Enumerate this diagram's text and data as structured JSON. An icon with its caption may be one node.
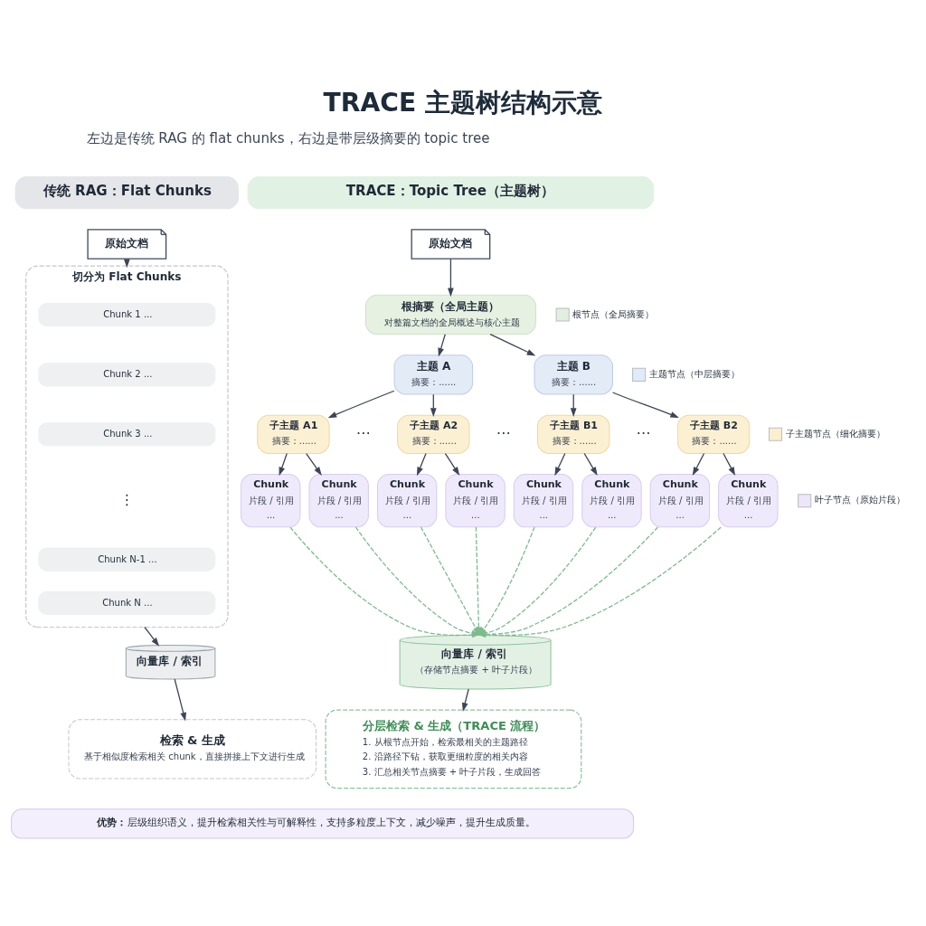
{
  "diagram": {
    "title": "TRACE 主题树结构示意",
    "nodes": [
      {
        "text": [
          "传统 RAG：Flat Chunks"
        ]
      },
      {
        "text": [
          "原始文档"
        ]
      },
      {
        "text": [
          "切分为 Flat Chunks"
        ]
      },
      {
        "text": [
          "Chunk 1 ..."
        ],
        "in": 2
      },
      {
        "text": [
          "Chunk 2 ..."
        ],
        "in": 2
      },
      {
        "text": [
          "Chunk 3 ..."
        ],
        "in": 2
      },
      {
        "text": [
          "Chunk N-1 ..."
        ],
        "in": 2
      },
      {
        "text": [
          "Chunk N ..."
        ],
        "in": 2
      },
      {
        "text": [
          "向量库 / 索引"
        ]
      },
      {
        "text": [
          "检索 & 生成",
          "基于相似度检索相关 chunk，直接拼接上下文进行生成"
        ]
      },
      {
        "text": [
          "TRACE：Topic Tree（主题树）"
        ]
      },
      {
        "text": [
          "原始文档"
        ]
      },
      {
        "text": [
          "根摘要（全局主题）",
          "对整篇文档的全局概述与核心主题"
        ]
      },
      {
        "text": [
          "主题 A",
          "摘要：......"
        ]
      },
      {
        "text": [
          "主题 B",
          "摘要：......"
        ]
      },
      {
        "text": [
          "子主题 A1",
          "摘要：......"
        ]
      },
      {
        "text": [
          "子主题 A2",
          "摘要：......"
        ]
      },
      {
        "text": [
          "子主题 B1",
          "摘要：......"
        ]
      },
      {
        "text": [
          "子主题 B2",
          "摘要：......"
        ]
      },
      {
        "text": [
          "Chunk",
          "片段 / 引用",
          "..."
        ]
      },
      {
        "text": [
          "Chunk",
          "片段 / 引用",
          "..."
        ]
      },
      {
        "text": [
          "Chunk",
          "片段 / 引用",
          "..."
        ]
      },
      {
        "text": [
          "Chunk",
          "片段 / 引用",
          "..."
        ]
      },
      {
        "text": [
          "Chunk",
          "片段 / 引用",
          "..."
        ]
      },
      {
        "text": [
          "Chunk",
          "片段 / 引用",
          "..."
        ]
      },
      {
        "text": [
          "Chunk",
          "片段 / 引用",
          "..."
        ]
      },
      {
        "text": [
          "Chunk",
          "片段 / 引用",
          "..."
        ]
      },
      {
        "text": [
          "向量库 / 索引",
          "（存储节点摘要 + 叶子片段）"
        ]
      },
      {
        "text": [
          "分层检索 & 生成（TRACE 流程）",
          "1. 从根节点开始，检索最相关的主题路径",
          "2. 沿路径下钻，获取更细粒度的相关内容",
          "3. 汇总相关节点摘要 + 叶子片段，生成回答"
        ]
      },
      {
        "text": [
          "**优势：**层级组织语义，提升检索相关性与可解释性，支持多粒度上下文，减少噪声，提升生成质量。"
        ]
      }
    ],
    "edges": [
      {
        "from": 1,
        "to": 2,
        "arrow": "to"
      },
      {
        "from": 2,
        "to": 8,
        "arrow": "to"
      },
      {
        "from": 8,
        "to": 9,
        "arrow": "to"
      },
      {
        "from": 11,
        "to": 12,
        "arrow": "to"
      },
      {
        "from": 12,
        "to": 13,
        "arrow": "to"
      },
      {
        "from": 12,
        "to": 14,
        "arrow": "to"
      },
      {
        "from": 13,
        "to": 15,
        "arrow": "to"
      },
      {
        "from": 13,
        "to": 16,
        "arrow": "to"
      },
      {
        "from": 14,
        "to": 17,
        "arrow": "to"
      },
      {
        "from": 14,
        "to": 18,
        "arrow": "to"
      },
      {
        "from": 15,
        "to": 19,
        "arrow": "to"
      },
      {
        "from": 15,
        "to": 20,
        "arrow": "to"
      },
      {
        "from": 16,
        "to": 21,
        "arrow": "to"
      },
      {
        "from": 16,
        "to": 22,
        "arrow": "to"
      },
      {
        "from": 17,
        "to": 23,
        "arrow": "to"
      },
      {
        "from": 17,
        "to": 24,
        "arrow": "to"
      },
      {
        "from": 18,
        "to": 25,
        "arrow": "to"
      },
      {
        "from": 18,
        "to": 26,
        "arrow": "to"
      },
      {
        "from": 19,
        "to": 27,
        "arrow": "to",
        "style": "dashed",
        "color": "#7dbb8c"
      },
      {
        "from": 20,
        "to": 27,
        "arrow": "to",
        "style": "dashed",
        "color": "#7dbb8c"
      },
      {
        "from": 21,
        "to": 27,
        "arrow": "to",
        "style": "dashed",
        "color": "#7dbb8c"
      },
      {
        "from": 22,
        "to": 27,
        "arrow": "to",
        "style": "dashed",
        "color": "#7dbb8c"
      },
      {
        "from": 23,
        "to": 27,
        "arrow": "to",
        "style": "dashed",
        "color": "#7dbb8c"
      },
      {
        "from": 24,
        "to": 27,
        "arrow": "to",
        "style": "dashed",
        "color": "#7dbb8c"
      },
      {
        "from": 25,
        "to": 27,
        "arrow": "to",
        "style": "dashed",
        "color": "#7dbb8c"
      },
      {
        "from": 26,
        "to": 27,
        "arrow": "to",
        "style": "dashed",
        "color": "#7dbb8c"
      },
      {
        "from": 27,
        "to": 28,
        "arrow": "to"
      }
    ],
    "labels": [
      "左边是传统 RAG 的 flat chunks，右边是带层级摘要的 topic tree",
      "⋮",
      "⋯",
      "⋯",
      "⋯"
    ],
    "legend": [
      {
        "text": "根节点（全局摘要）",
        "color": "#e3efdd"
      },
      {
        "text": "主题节点（中层摘要）",
        "color": "#e1eaf7"
      },
      {
        "text": "子主题节点（细化摘要）",
        "color": "#fcefcf"
      },
      {
        "text": "叶子节点（原始片段）",
        "color": "#ede6fa"
      }
    ]
  }
}
